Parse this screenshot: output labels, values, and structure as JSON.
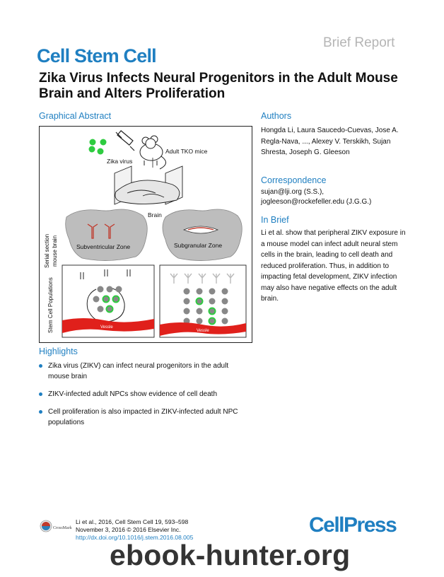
{
  "header": {
    "report_type": "Brief Report",
    "journal": "Cell Stem Cell",
    "title": "Zika Virus Infects Neural Progenitors in the Adult Mouse Brain and Alters Proliferation"
  },
  "graphical_abstract": {
    "heading": "Graphical Abstract",
    "labels": {
      "zika_virus": "Zika virus",
      "adult_tko_mice": "Adult TKO mice",
      "brain": "Brain",
      "serial_section_line1": "Serial section",
      "serial_section_line2": "mouse brain",
      "svz": "Subventricular Zone",
      "sgz": "Subgranular Zone",
      "populations": "Stem Cell Populations",
      "vessel_left": "Vessle",
      "vessel_right": "Vessle"
    }
  },
  "authors": {
    "heading": "Authors",
    "text": "Hongda Li, Laura Saucedo-Cuevas, Jose A. Regla-Nava, ..., Alexey V. Terskikh, Sujan Shresta, Joseph G. Gleeson"
  },
  "correspondence": {
    "heading": "Correspondence",
    "line1": "sujan@lji.org (S.S.),",
    "line2": "jogleeson@rockefeller.edu (J.G.G.)"
  },
  "in_brief": {
    "heading": "In Brief",
    "text": "Li et al. show that peripheral ZIKV exposure in a mouse model can infect adult neural stem cells in the brain, leading to cell death and reduced proliferation. Thus, in addition to impacting fetal development, ZIKV infection may also have negative effects on the adult brain."
  },
  "highlights": {
    "heading": "Highlights",
    "items": [
      "Zika virus (ZIKV) can infect neural progenitors in the adult mouse brain",
      "ZIKV-infected adult NPCs show evidence of cell death",
      "Cell proliferation is also impacted in ZIKV-infected adult NPC populations"
    ]
  },
  "footer": {
    "citation_line1": "Li et al., 2016, Cell Stem Cell 19, 593–598",
    "citation_line2": "November 3, 2016 © 2016 Elsevier Inc.",
    "doi": "http://dx.doi.org/10.1016/j.stem.2016.08.005",
    "crossmark": "CrossMark",
    "publisher_logo": "CellPress",
    "watermark": "ebook-hunter.org"
  },
  "colors": {
    "accent_blue": "#1f7fc1",
    "virus_green": "#2ecc40",
    "vessel_red": "#e0201b"
  }
}
